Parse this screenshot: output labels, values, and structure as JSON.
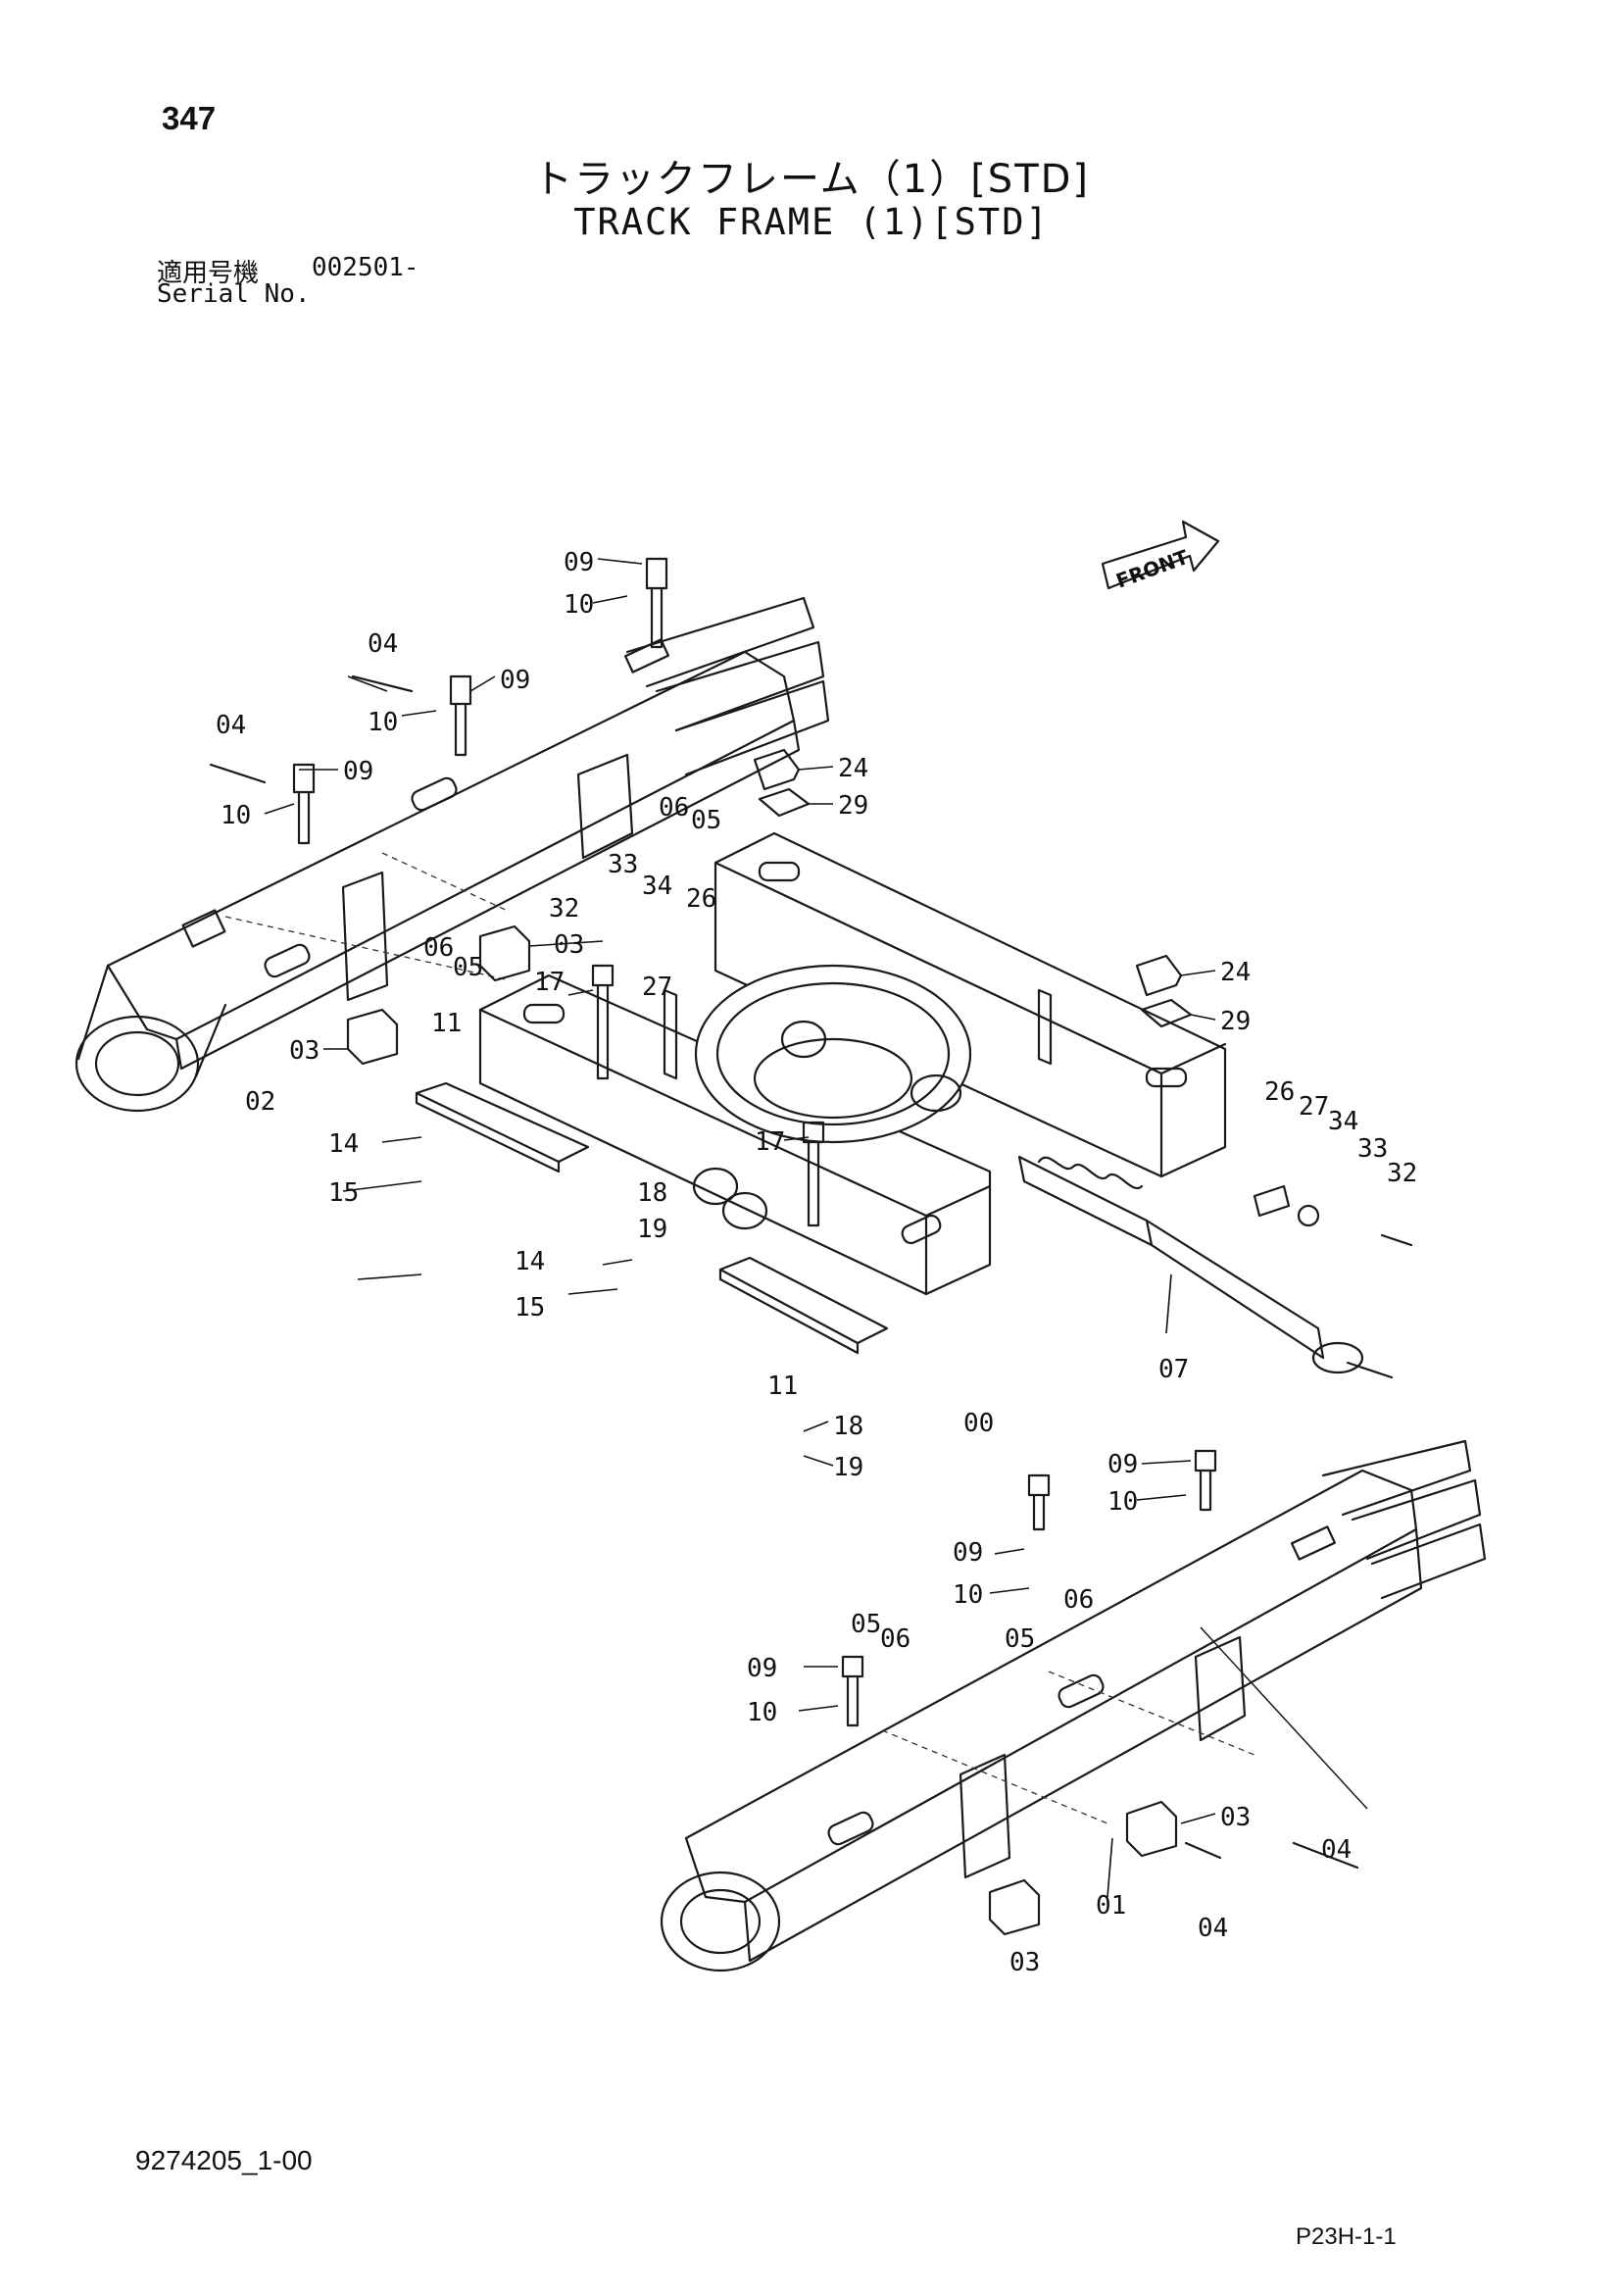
{
  "header": {
    "page_number": "347",
    "title_jp": "トラックフレーム（1）[STD]",
    "title_en": "TRACK FRAME (1)[STD]",
    "serial_label_jp": "適用号機",
    "serial_label_en": "Serial No.",
    "serial_value": "002501-"
  },
  "diagram": {
    "front_label": "FRONT",
    "callouts": [
      {
        "id": "c1",
        "label": "09"
      },
      {
        "id": "c2",
        "label": "10"
      },
      {
        "id": "c3",
        "label": "04"
      },
      {
        "id": "c4",
        "label": "09"
      },
      {
        "id": "c5",
        "label": "10"
      },
      {
        "id": "c6",
        "label": "04"
      },
      {
        "id": "c7",
        "label": "09"
      },
      {
        "id": "c8",
        "label": "10"
      },
      {
        "id": "c9",
        "label": "24"
      },
      {
        "id": "c10",
        "label": "29"
      },
      {
        "id": "c11",
        "label": "06"
      },
      {
        "id": "c12",
        "label": "05"
      },
      {
        "id": "c13",
        "label": "33"
      },
      {
        "id": "c14",
        "label": "34"
      },
      {
        "id": "c15",
        "label": "26"
      },
      {
        "id": "c16",
        "label": "32"
      },
      {
        "id": "c17",
        "label": "03"
      },
      {
        "id": "c18",
        "label": "06"
      },
      {
        "id": "c19",
        "label": "05"
      },
      {
        "id": "c20",
        "label": "27"
      },
      {
        "id": "c21",
        "label": "17"
      },
      {
        "id": "c22",
        "label": "24"
      },
      {
        "id": "c23",
        "label": "29"
      },
      {
        "id": "c24",
        "label": "03"
      },
      {
        "id": "c25",
        "label": "11"
      },
      {
        "id": "c26",
        "label": "02"
      },
      {
        "id": "c27",
        "label": "26"
      },
      {
        "id": "c28",
        "label": "27"
      },
      {
        "id": "c29",
        "label": "34"
      },
      {
        "id": "c30",
        "label": "33"
      },
      {
        "id": "c31",
        "label": "32"
      },
      {
        "id": "c32",
        "label": "14"
      },
      {
        "id": "c33",
        "label": "15"
      },
      {
        "id": "c34",
        "label": "17"
      },
      {
        "id": "c35",
        "label": "18"
      },
      {
        "id": "c36",
        "label": "19"
      },
      {
        "id": "c37",
        "label": "14"
      },
      {
        "id": "c38",
        "label": "15"
      },
      {
        "id": "c39",
        "label": "07"
      },
      {
        "id": "c40",
        "label": "11"
      },
      {
        "id": "c41",
        "label": "00"
      },
      {
        "id": "c42",
        "label": "18"
      },
      {
        "id": "c43",
        "label": "19"
      },
      {
        "id": "c44",
        "label": "09"
      },
      {
        "id": "c45",
        "label": "10"
      },
      {
        "id": "c46",
        "label": "09"
      },
      {
        "id": "c47",
        "label": "10"
      },
      {
        "id": "c48",
        "label": "05"
      },
      {
        "id": "c49",
        "label": "06"
      },
      {
        "id": "c50",
        "label": "06"
      },
      {
        "id": "c51",
        "label": "05"
      },
      {
        "id": "c52",
        "label": "09"
      },
      {
        "id": "c53",
        "label": "10"
      },
      {
        "id": "c54",
        "label": "03"
      },
      {
        "id": "c55",
        "label": "04"
      },
      {
        "id": "c56",
        "label": "01"
      },
      {
        "id": "c57",
        "label": "04"
      },
      {
        "id": "c58",
        "label": "03"
      }
    ]
  },
  "footer": {
    "doc_code": "9274205_1-00",
    "page_code": "P23H-1-1"
  }
}
